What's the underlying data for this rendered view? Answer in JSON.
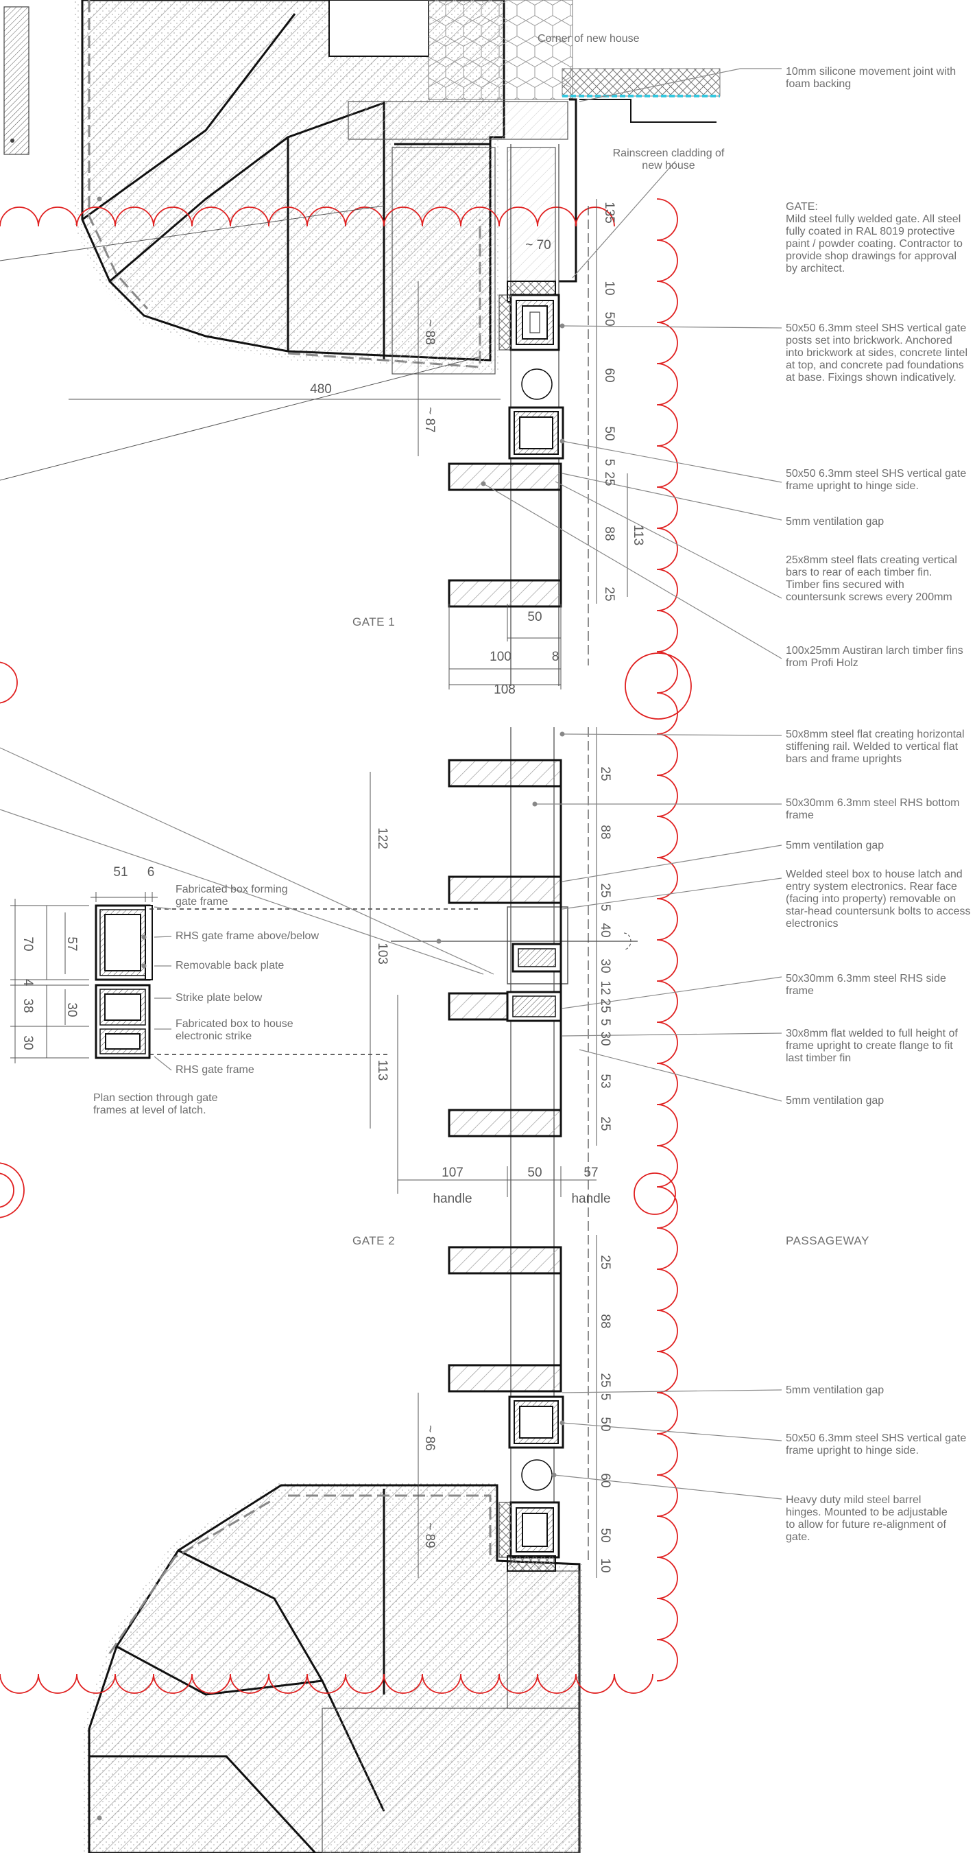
{
  "callouts": {
    "corner_new_house": "Corner of new house",
    "rainscreen": "Rainscreen cladding of new house",
    "silicone_joint": "10mm silicone movement joint with foam backing",
    "gate_spec": "GATE:\nMild steel fully welded gate.  All steel fully coated in RAL 8019 protective paint / powder coating.  Contractor to provide shop drawings for approval by architect.",
    "gate_posts": "50x50 6.3mm steel SHS vertical gate posts set into brickwork. Anchored into brickwork at sides, concrete lintel at top, and concrete pad foundations at base. Fixings shown indicatively.",
    "frame_upright_1": "50x50 6.3mm steel SHS vertical gate frame upright to hinge side.",
    "vent_gap_1": "5mm ventilation gap",
    "steel_flats": "25x8mm steel flats creating vertical bars to rear of each timber fin.  Timber fins secured with countersunk screws every 200mm",
    "larch_fins": "100x25mm Austiran larch timber fins from Profi Holz",
    "stiffening_rail": "50x8mm steel flat creating horizontal stiffening rail.  Welded to vertical flat bars and frame uprights",
    "bottom_frame": "50x30mm 6.3mm steel RHS bottom frame",
    "vent_gap_2": "5mm ventilation gap",
    "latch_box": "Welded steel box to house latch and entry system electronics.  Rear face (facing into property) removable on star-head countersunk bolts to access electronics",
    "side_frame": "50x30mm 6.3mm steel RHS side frame",
    "flat_flange": "30x8mm flat welded to full height of frame upright to create flange to fit last timber fin",
    "vent_gap_3": "5mm ventilation gap",
    "vent_gap_4": "5mm ventilation gap",
    "frame_upright_2": "50x50 6.3mm steel SHS vertical gate frame upright to hinge side.",
    "barrel_hinges": "Heavy duty mild steel barrel hinges.  Mounted to be adjustable to allow for future re-alignment of gate."
  },
  "plan_detail": {
    "fabricated_box": "Fabricated box forming gate frame",
    "rhs_above": "RHS gate frame above/below",
    "back_plate": "Removable back plate",
    "strike_plate": "Strike plate below",
    "strike_box": "Fabricated box to house electronic strike",
    "rhs_frame": "RHS gate frame",
    "caption": "Plan section through gate frames at level of latch."
  },
  "headings": {
    "gate1": "GATE 1",
    "gate2": "GATE 2",
    "passageway": "PASSAGEWAY"
  },
  "dims": {
    "d135": "135",
    "d70": "~ 70",
    "d10a": "10",
    "d50a": "50",
    "d60a": "60",
    "d50b": "50",
    "d5a": "5",
    "d25a": "25",
    "d88a": "88",
    "d25b": "25",
    "d113a": "113",
    "dm88": "~ 88",
    "dm87": "~ 87",
    "d480": "480",
    "d50w": "50",
    "d100": "100",
    "d8": "8",
    "d108": "108",
    "d25c": "25",
    "d88b": "88",
    "d25d": "25",
    "d5b": "5",
    "d40": "40",
    "d30a": "30",
    "d12": "12",
    "d25e": "25",
    "d5c": "5",
    "d30b": "30",
    "d53": "53",
    "d25f": "25",
    "d122": "122",
    "d103": "103",
    "d113b": "113",
    "d107": "107",
    "d50h": "50",
    "d57": "57",
    "handle_l": "handle",
    "handle_r": "handle",
    "d25g": "25",
    "d88c": "88",
    "d25h": "25",
    "d5d": "5",
    "d50c": "50",
    "d60b": "60",
    "d50d": "50",
    "d10b": "10",
    "dm86": "~ 86",
    "dm89": "~ 89",
    "p51": "51",
    "p6": "6",
    "p70": "70",
    "p57": "57",
    "p4": "4",
    "p38": "38",
    "p30a": "30",
    "p30b": "30"
  },
  "colors": {
    "line": "#111111",
    "leader": "#888888",
    "revision_cloud": "#e02020",
    "joint": "#33c8e0"
  }
}
